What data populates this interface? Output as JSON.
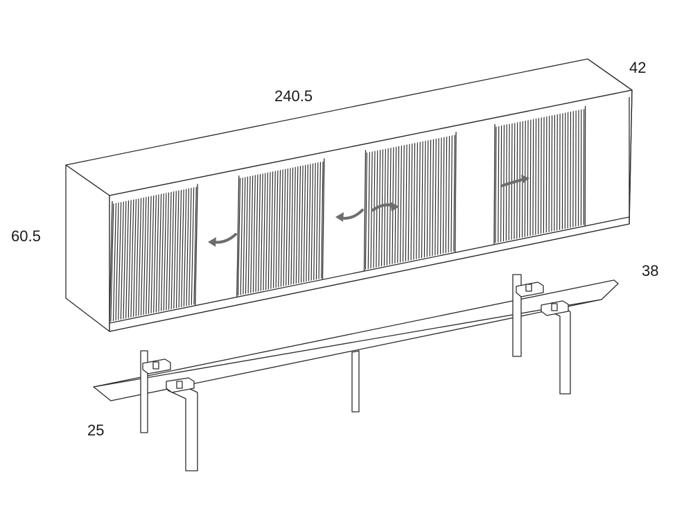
{
  "dimensions": {
    "width": "240.5",
    "depth_top": "42",
    "height": "60.5",
    "depth_base": "38",
    "base_height": "25"
  },
  "colors": {
    "line": "#2b2b2b",
    "slat": "#1d1d1d",
    "arrow": "#6d6d6d"
  }
}
